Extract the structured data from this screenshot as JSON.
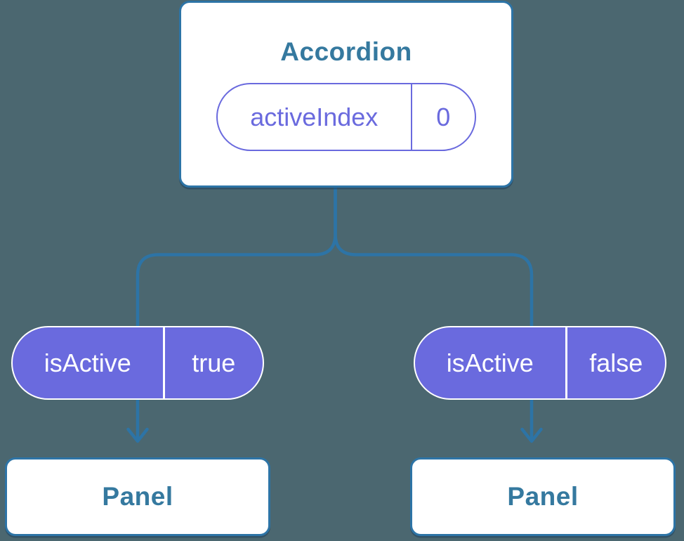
{
  "colors": {
    "background": "#4B6770",
    "stroke": "#2D74A6",
    "heading_text": "#35799F",
    "pill_purple": "#6A6ADE",
    "pill_text_light": "#FFFFFF",
    "card_fill": "#FFFFFF"
  },
  "diagram": {
    "root": {
      "title": "Accordion",
      "state_pill": {
        "name": "activeIndex",
        "value": "0"
      }
    },
    "branches": [
      {
        "prop_pill": {
          "name": "isActive",
          "value": "true"
        },
        "child_title": "Panel"
      },
      {
        "prop_pill": {
          "name": "isActive",
          "value": "false"
        },
        "child_title": "Panel"
      }
    ]
  }
}
